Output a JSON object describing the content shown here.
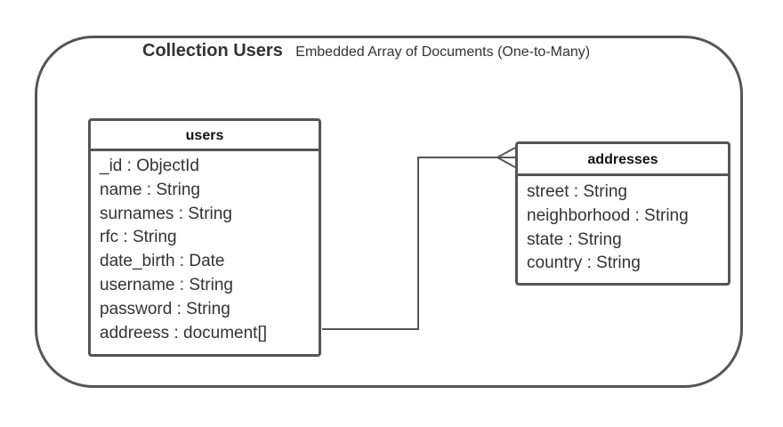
{
  "title": {
    "main": "Collection Users",
    "subtitle": "Embedded Array of Documents (One-to-Many)"
  },
  "entities": {
    "users": {
      "name": "users",
      "fields": [
        "_id : ObjectId",
        "name : String",
        "surnames : String",
        "rfc : String",
        "date_birth : Date",
        "username : String",
        "password : String",
        "addreess : document[]"
      ]
    },
    "addresses": {
      "name": "addresses",
      "fields": [
        "street : String",
        "neighborhood : String",
        "state : String",
        "country : String"
      ]
    }
  },
  "relationship": {
    "type": "one-to-many",
    "from": "users",
    "to": "addresses"
  },
  "colors": {
    "stroke": "#555555",
    "text": "#333333"
  }
}
